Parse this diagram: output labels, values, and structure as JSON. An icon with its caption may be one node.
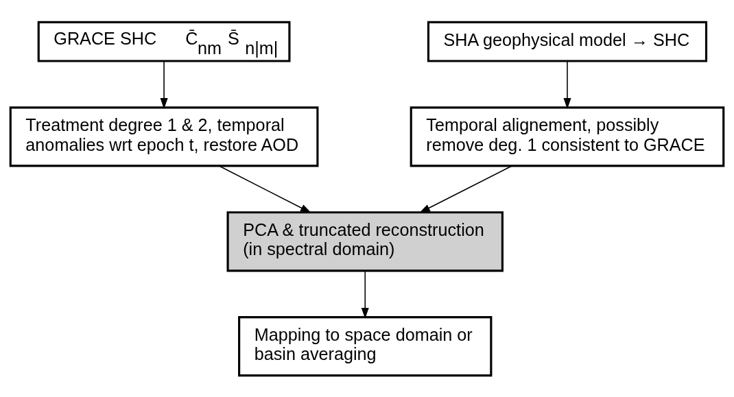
{
  "diagram": {
    "nodes": [
      {
        "text": [
          "GRACE SHC      C̄$_{nm}$   S̄$_{n|m|}$"
        ]
      },
      {
        "text": [
          "SHA geophysical model → SHC"
        ]
      },
      {
        "text": [
          "Treatment degree 1 & 2, temporal anomalies wrt epoch t, restore AOD"
        ]
      },
      {
        "text": [
          "Temporal alignement, possibly remove deg. 1 consistent to GRACE"
        ]
      },
      {
        "text": [
          "PCA & truncated reconstruction (in spectral domain)"
        ]
      },
      {
        "text": [
          "Mapping to space domain or basin averaging"
        ]
      }
    ],
    "edges": [
      {
        "from": 0,
        "to": 2,
        "arrow": "to"
      },
      {
        "from": 1,
        "to": 3,
        "arrow": "to"
      },
      {
        "from": 2,
        "to": 4,
        "arrow": "to"
      },
      {
        "from": 3,
        "to": 4,
        "arrow": "to"
      },
      {
        "from": 4,
        "to": 5,
        "arrow": "to"
      }
    ]
  }
}
